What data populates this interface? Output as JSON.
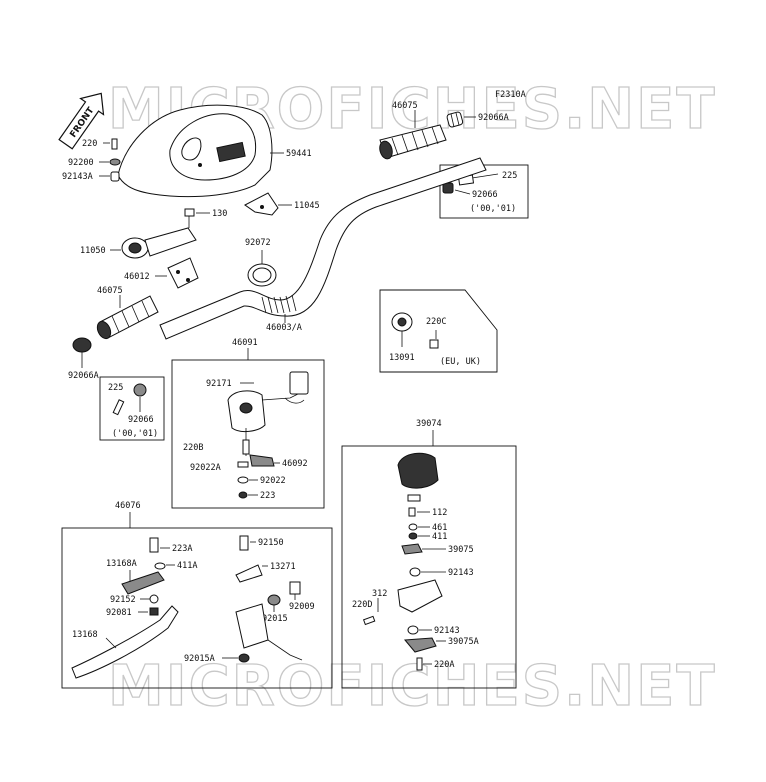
{
  "figure_code": "F2310A",
  "watermark": "MICROFICHES.NET",
  "front_marker": "FRONT",
  "labels": {
    "p220": "220",
    "p92200": "92200",
    "p92143A": "92143A",
    "p59441": "59441",
    "p46075_top": "46075",
    "p92066A_top": "92066A",
    "p225_right": "225",
    "p92066_right": "92066",
    "note_right": "('00,'01)",
    "p130": "130",
    "p11045": "11045",
    "p11050": "11050",
    "p92072": "92072",
    "p46012": "46012",
    "p46075_left": "46075",
    "p46003A": "46003/A",
    "p92066A_left": "92066A",
    "p225_left": "225",
    "p92066_left": "92066",
    "note_left": "('00,'01)",
    "p13091": "13091",
    "p220C": "220C",
    "note_eu": "(EU, UK)",
    "p46091": "46091",
    "p92171": "92171",
    "p220B": "220B",
    "p92022A": "92022A",
    "p46092": "46092",
    "p92022": "92022",
    "p223": "223",
    "p39074": "39074",
    "p112": "112",
    "p461": "461",
    "p411": "411",
    "p39075": "39075",
    "p92143": "92143",
    "p312": "312",
    "p220D": "220D",
    "p92143b": "92143",
    "p39075A": "39075A",
    "p220A": "220A",
    "p46076": "46076",
    "p223A": "223A",
    "p13168A": "13168A",
    "p411A": "411A",
    "p92150": "92150",
    "p13271": "13271",
    "p92009": "92009",
    "p92152": "92152",
    "p92081": "92081",
    "p92015": "92015",
    "p13168": "13168",
    "p92015A": "92015A"
  }
}
